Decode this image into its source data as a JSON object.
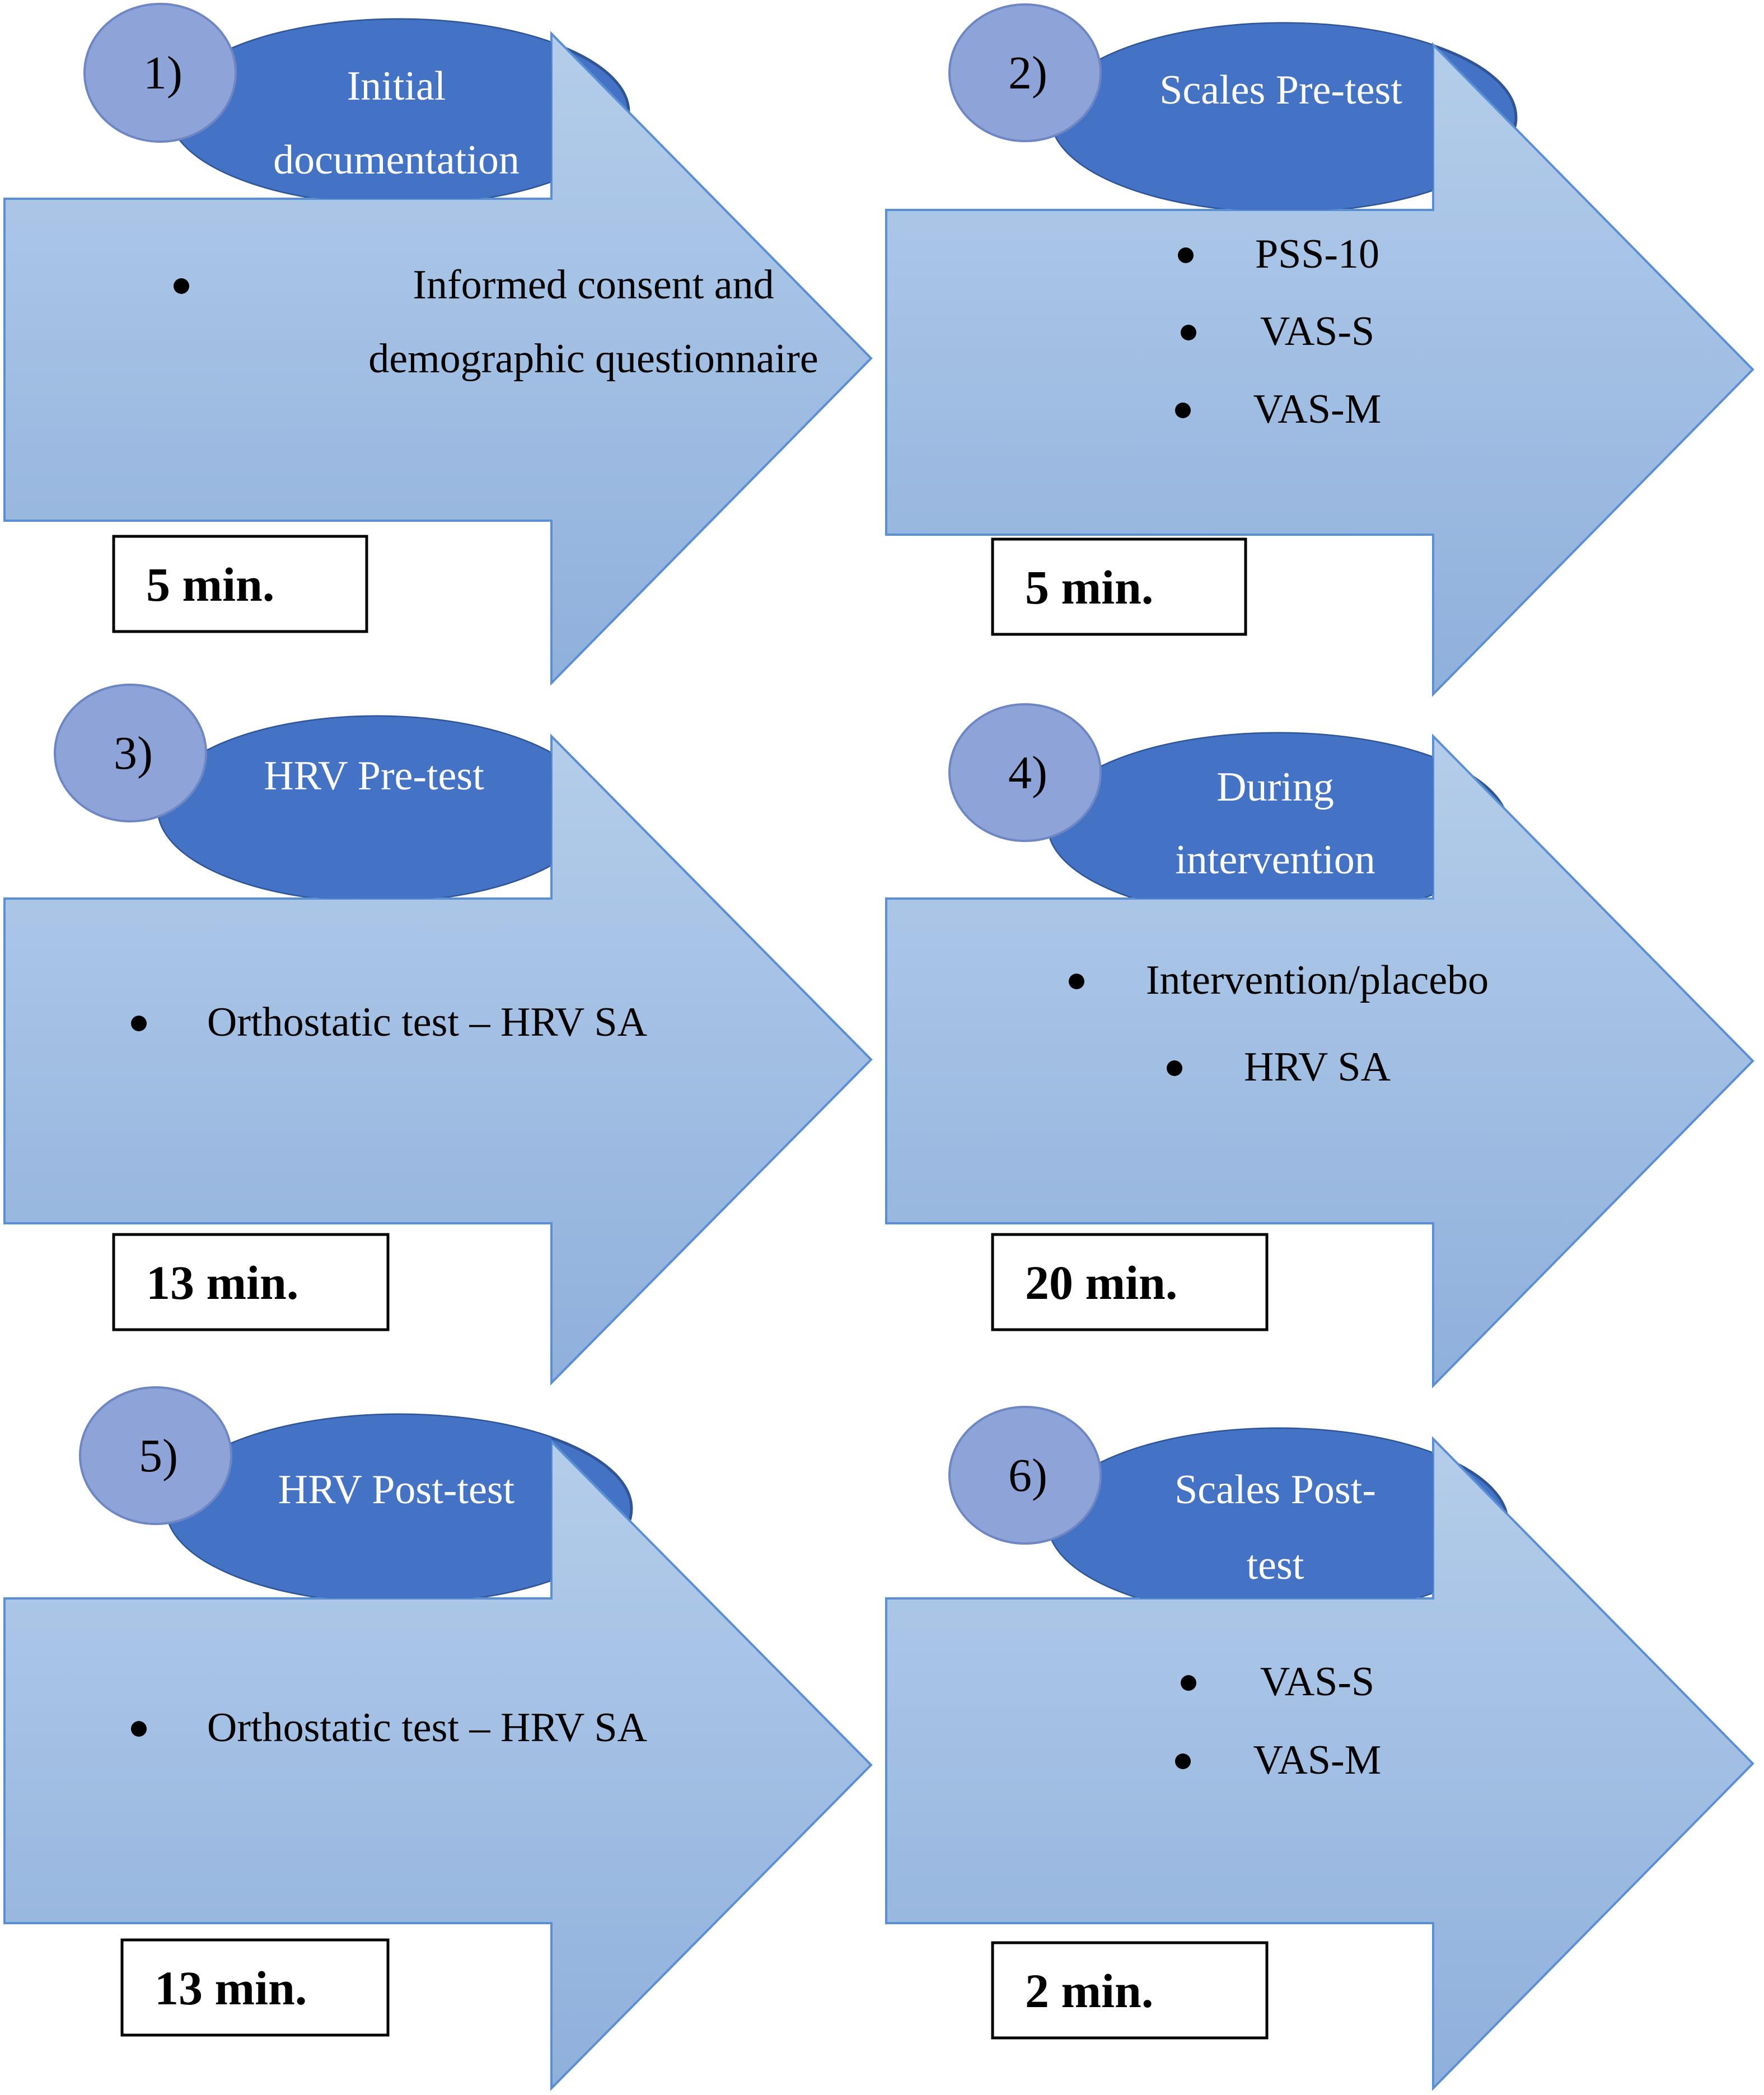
{
  "colors": {
    "arrow_light": "#b4cdea",
    "arrow_dark": "#8fb0dc",
    "arrow_stroke": "#5b8fd4",
    "title_fill": "#4472c4",
    "title_stroke": "#2f5597",
    "badge_fill": "#8ea4d8",
    "badge_stroke": "#6f86c4"
  },
  "steps": [
    {
      "number": "1)",
      "title": [
        "Initial",
        "documentation"
      ],
      "bullets": [
        [
          "Informed consent and",
          "demographic questionnaire"
        ]
      ],
      "duration": "5 min."
    },
    {
      "number": "2)",
      "title": [
        "Scales Pre-test"
      ],
      "bullets": [
        [
          "PSS-10"
        ],
        [
          "VAS-S"
        ],
        [
          "VAS-M"
        ]
      ],
      "duration": "5 min."
    },
    {
      "number": "3)",
      "title": [
        "HRV Pre-test"
      ],
      "bullets": [
        [
          "Orthostatic test – HRV SA"
        ]
      ],
      "duration": "13 min."
    },
    {
      "number": "4)",
      "title": [
        "During",
        "intervention"
      ],
      "bullets": [
        [
          "Intervention/placebo"
        ],
        [
          "HRV SA"
        ]
      ],
      "duration": "20 min."
    },
    {
      "number": "5)",
      "title": [
        "HRV Post-test"
      ],
      "bullets": [
        [
          "Orthostatic test – HRV SA"
        ]
      ],
      "duration": "13 min."
    },
    {
      "number": "6)",
      "title": [
        "Scales Post-",
        "test"
      ],
      "bullets": [
        [
          "VAS-S"
        ],
        [
          "VAS-M"
        ]
      ],
      "duration": "2 min."
    }
  ]
}
